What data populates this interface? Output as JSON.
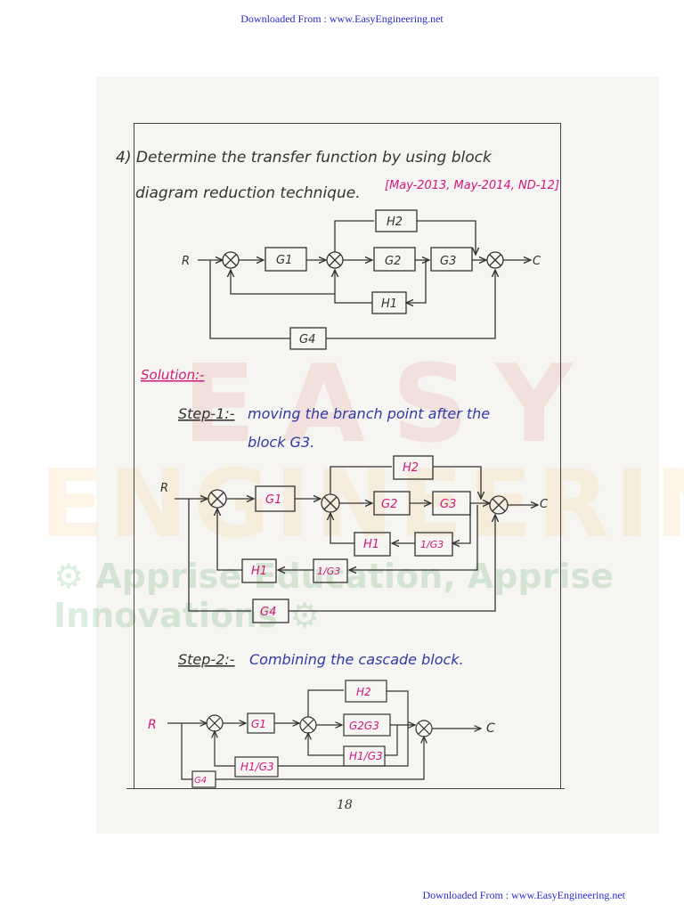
{
  "header": {
    "top": "Downloaded From : www.EasyEngineering.net",
    "bottom": "Downloaded From : www.EasyEngineering.net"
  },
  "watermark": {
    "line1": "EASY",
    "line2": "ENGINEERING",
    "line3": "⚙ Apprise Education, Apprise Innovations ⚙"
  },
  "question": {
    "line1": "4) Determine the transfer function by using block",
    "line2": "diagram reduction technique.",
    "tag": "[May-2013, May-2014, ND-12]"
  },
  "solution_label": "Solution:-",
  "step1": {
    "label": "Step-1:-",
    "text_line1": "moving the branch point after the",
    "text_line2": "block G3."
  },
  "step2": {
    "label": "Step-2:-",
    "text": "Combining the cascade block."
  },
  "blocks": {
    "g1": "G1",
    "g2": "G2",
    "g3": "G3",
    "g4": "G4",
    "h1": "H1",
    "h2": "H2",
    "inv_g3": "1/G3",
    "g2g3": "G2G3",
    "h1_over_g3": "H1/G3"
  },
  "signals": {
    "input": "R",
    "output": "C"
  },
  "page_number": "18",
  "colors": {
    "ink": "#2f3aa8",
    "magenta": "#d2187a",
    "link": "#2a2acf"
  }
}
